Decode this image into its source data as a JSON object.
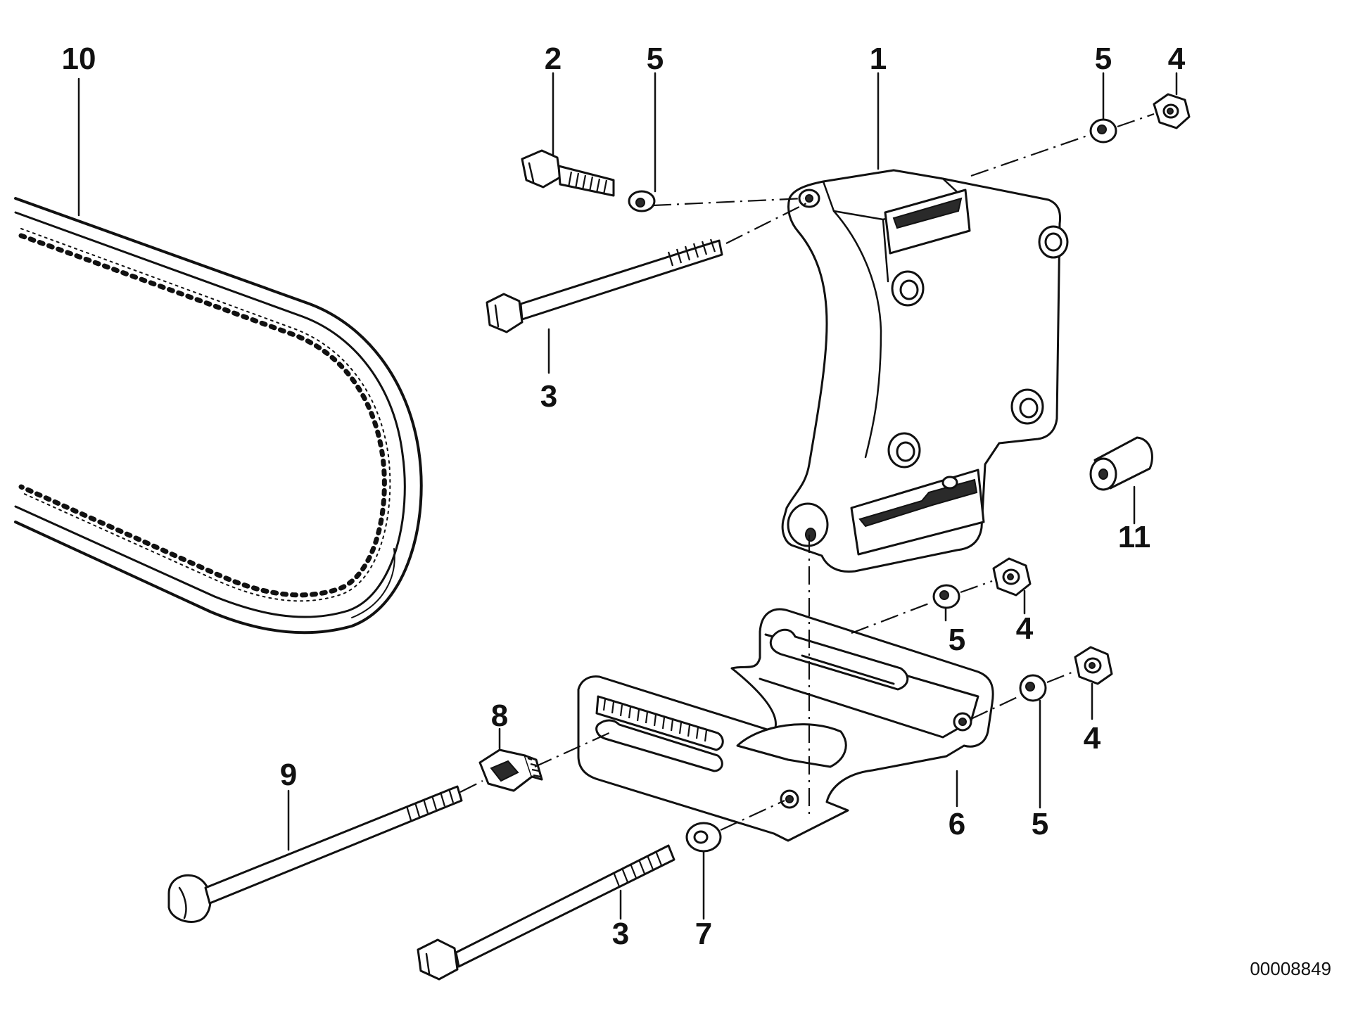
{
  "callouts": [
    {
      "id": "c10",
      "text": "10"
    },
    {
      "id": "c2",
      "text": "2"
    },
    {
      "id": "c5a",
      "text": "5"
    },
    {
      "id": "c1",
      "text": "1"
    },
    {
      "id": "c5b",
      "text": "5"
    },
    {
      "id": "c4a",
      "text": "4"
    },
    {
      "id": "c3a",
      "text": "3"
    },
    {
      "id": "c11",
      "text": "11"
    },
    {
      "id": "c5c",
      "text": "5"
    },
    {
      "id": "c4b",
      "text": "4"
    },
    {
      "id": "c8",
      "text": "8"
    },
    {
      "id": "c9",
      "text": "9"
    },
    {
      "id": "c4c",
      "text": "4"
    },
    {
      "id": "c6",
      "text": "6"
    },
    {
      "id": "c5d",
      "text": "5"
    },
    {
      "id": "c3b",
      "text": "3"
    },
    {
      "id": "c7",
      "text": "7"
    }
  ],
  "diagram_code": "00008849",
  "colors": {
    "ink": "#111111",
    "paper": "#ffffff"
  }
}
